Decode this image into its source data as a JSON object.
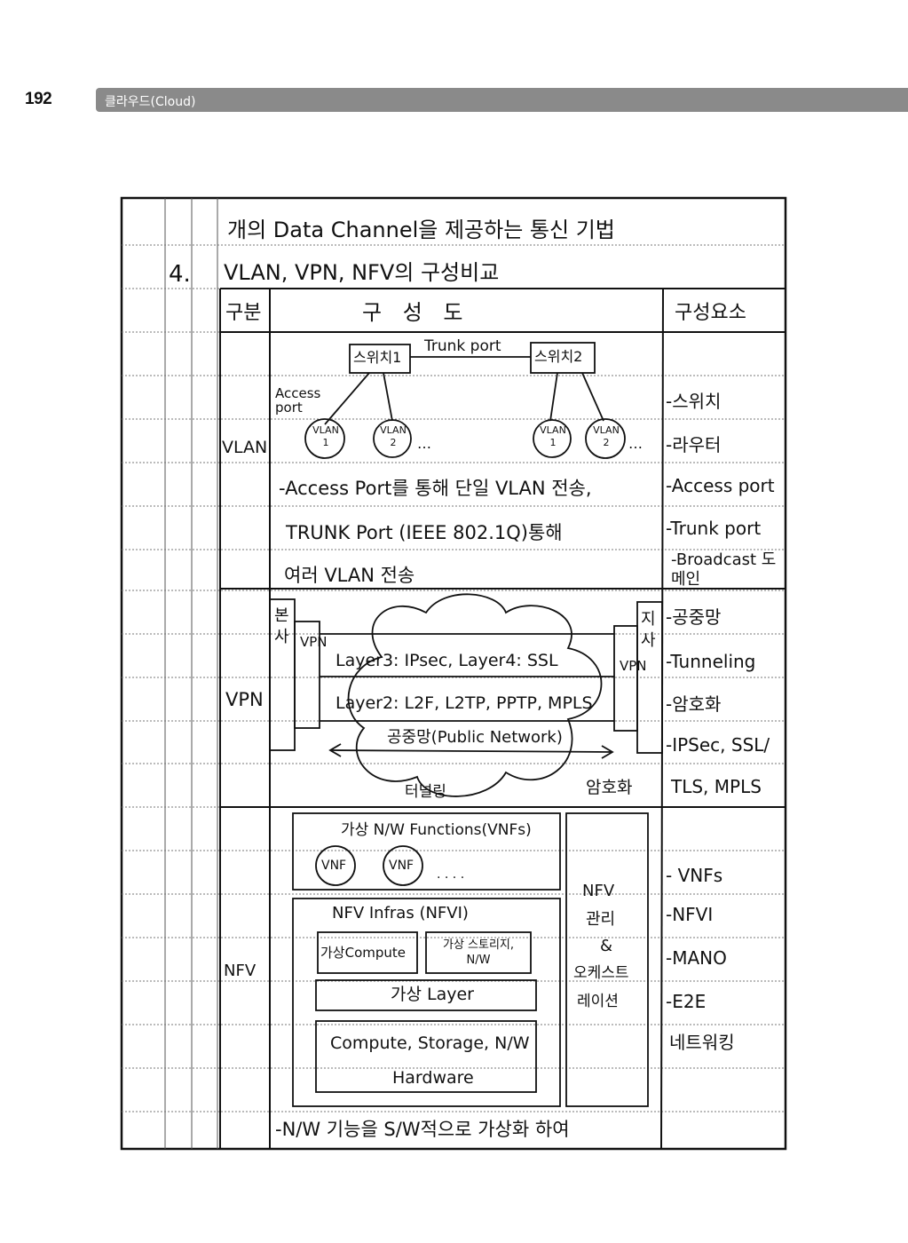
{
  "header": {
    "page_number": "192",
    "chapter": "클라우드(Cloud)"
  },
  "sheet": {
    "line1": "개의 Data Channel을 제공하는 통신 기법",
    "item_number": "4.",
    "item_title": "VLAN, VPN, NFV의 구성비교",
    "table_header": {
      "category": "구분",
      "diagram": "구 성 도",
      "components": "구성요소"
    },
    "vlan": {
      "label": "VLAN",
      "switch1": "스위치1",
      "switch2": "스위치2",
      "trunk_port": "Trunk port",
      "access_port": "Access port",
      "vlan1": "VLAN 1",
      "vlan2": "VLAN 2",
      "ellipsis": "…",
      "desc1": "-Access Port를 통해 단일 VLAN 전송,",
      "desc2": "TRUNK Port (IEEE 802.1Q)통해",
      "desc3": "여러 VLAN 전송",
      "components": [
        "-스위치",
        "-라우터",
        "-Access port",
        "-Trunk port",
        "-Broadcast 도메인"
      ]
    },
    "vpn": {
      "label": "VPN",
      "hq": "본사",
      "branch": "지사",
      "vpn_box": "VPN",
      "layer3": "Layer3: IPsec, Layer4: SSL",
      "layer2": "Layer2: L2F, L2TP, PPTP, MPLS",
      "public_network": "공중망(Public Network)",
      "tunneling": "터널링",
      "encryption": "암호화",
      "components": [
        "-공중망",
        "-Tunneling",
        "-암호화",
        "-IPSec, SSL/",
        "TLS, MPLS"
      ]
    },
    "nfv": {
      "label": "NFV",
      "vnfs_title": "가상 N/W Functions(VNFs)",
      "vnf": "VNF",
      "dots": "· · · ·",
      "nfvi_title": "NFV Infras (NFVI)",
      "virtual_compute": "가상Compute",
      "virtual_storage": "가상 스토리지, N/W",
      "virtual_layer": "가상 Layer",
      "hardware_line1": "Compute, Storage, N/W",
      "hardware_line2": "Hardware",
      "mano_line1": "NFV",
      "mano_line2": "관리",
      "mano_line3": "&",
      "mano_line4": "오케스트",
      "mano_line5": "레이션",
      "components": [
        "- VNFs",
        "-NFVI",
        "-MANO",
        "-E2E",
        "네트워킹"
      ],
      "desc1": "-N/W 기능을 S/W적으로 가상화 하여"
    }
  }
}
